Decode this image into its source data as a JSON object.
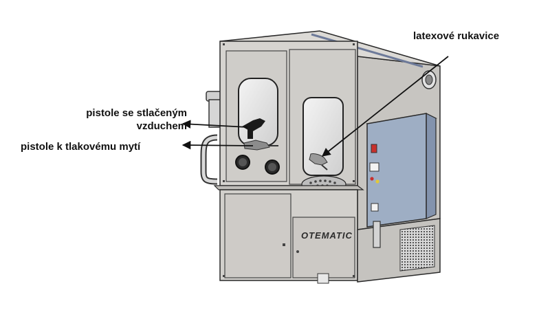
{
  "labels": {
    "gloves": "latexové rukavice",
    "air_gun_line1": "pistole se stlačeným",
    "air_gun_line2": "vzduchem",
    "wash_gun": "pistole k tlakovému mytí"
  },
  "machine": {
    "brand": "OTEMATIC"
  },
  "colors": {
    "body": "#d4d2cf",
    "control_box": "#9eaec4",
    "outline": "#2a2a2a"
  }
}
